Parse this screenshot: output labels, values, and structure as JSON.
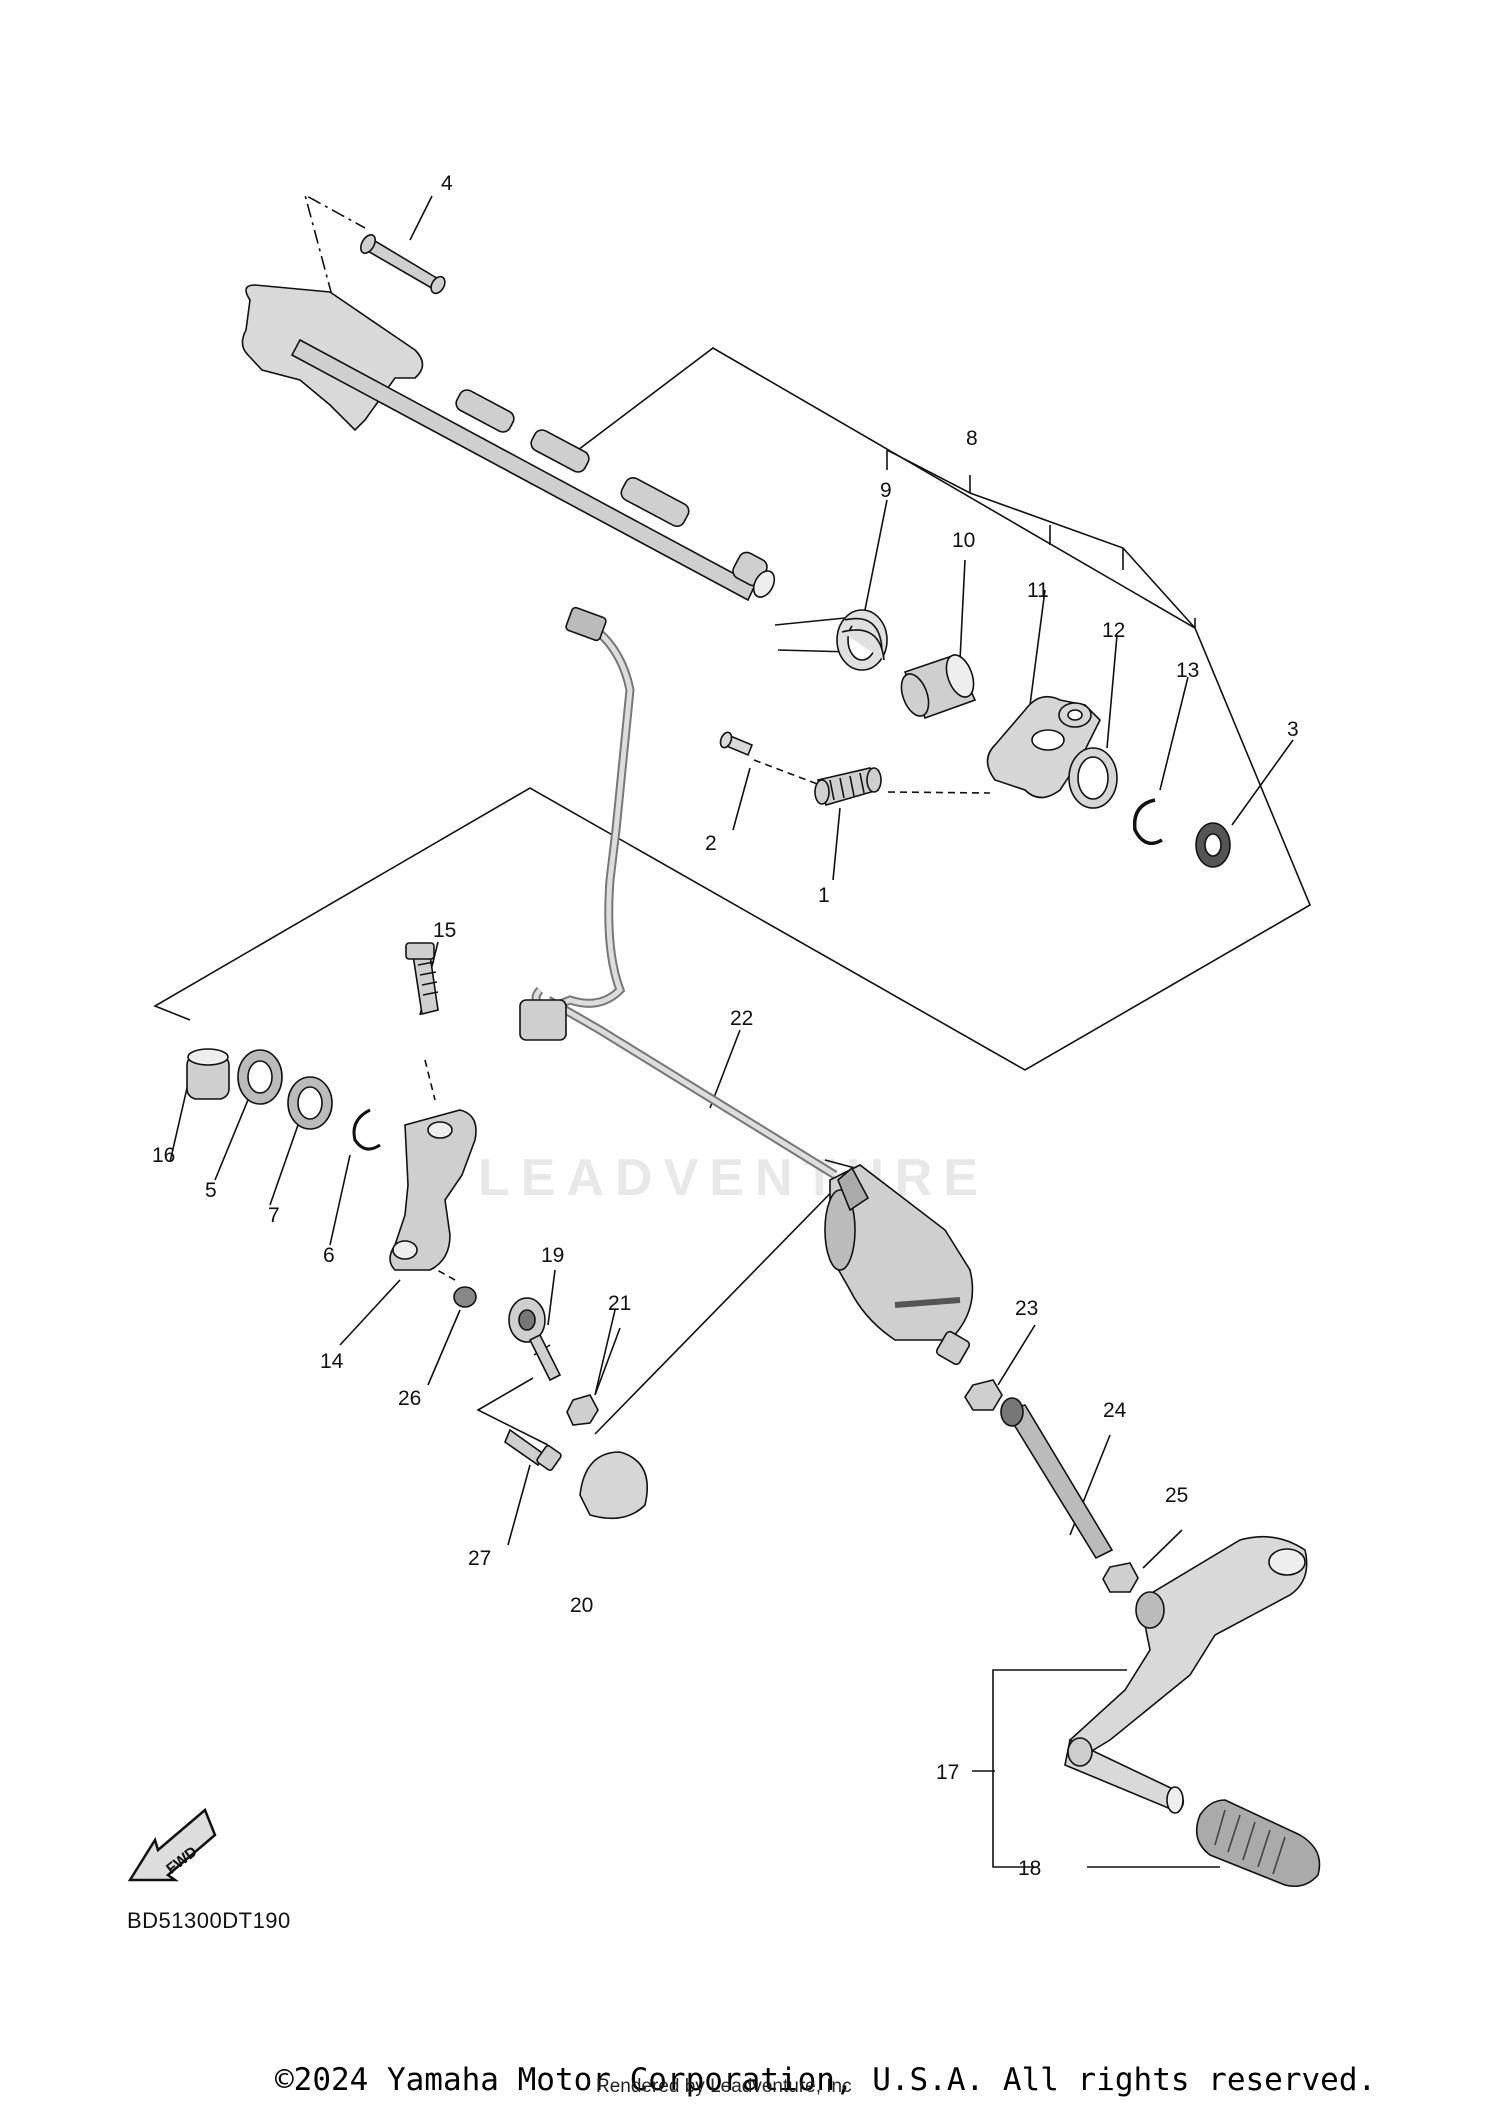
{
  "diagram_code": "BD51300DT190",
  "copyright": "©2024 Yamaha Motor Corporation, U.S.A. All rights reserved.",
  "rendered_by": "Rendered by Leadventure, Inc",
  "watermark": "LEADVENTURE",
  "fwd_label": "FWD",
  "callouts": {
    "c1": "1",
    "c2": "2",
    "c3": "3",
    "c4": "4",
    "c5": "5",
    "c6": "6",
    "c7": "7",
    "c8": "8",
    "c9": "9",
    "c10": "10",
    "c11": "11",
    "c12": "12",
    "c13": "13",
    "c14": "14",
    "c15": "15",
    "c16": "16",
    "c17": "17",
    "c18": "18",
    "c19": "19",
    "c20": "20",
    "c21": "21",
    "c22": "22",
    "c23": "23",
    "c24": "24",
    "c25": "25",
    "c26": "26",
    "c27": "27"
  }
}
